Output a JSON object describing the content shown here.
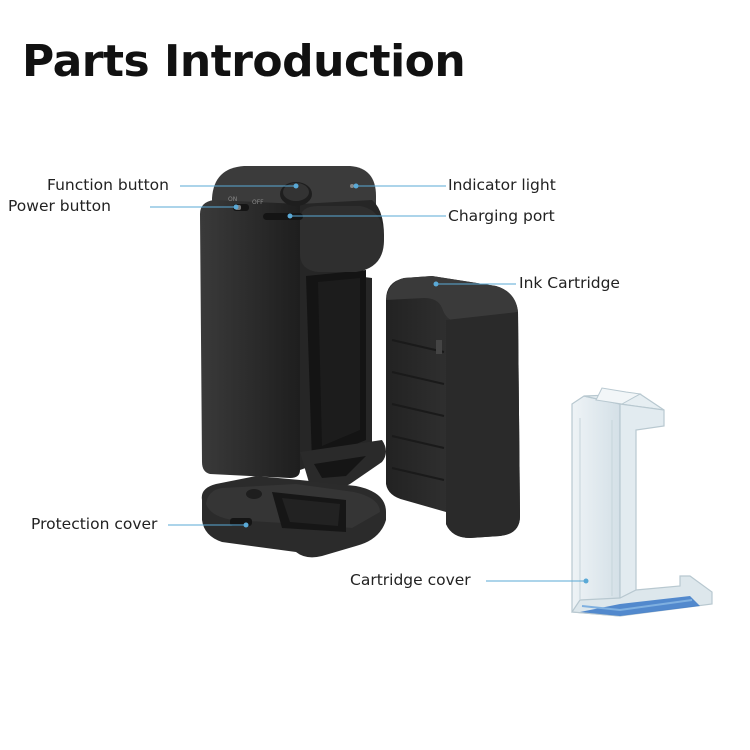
{
  "title": "Parts Introduction",
  "labels": {
    "function_button": "Function button",
    "power_button": "Power button",
    "indicator_light": "Indicator light",
    "charging_port": "Charging port",
    "ink_cartridge": "Ink Cartridge",
    "protection_cover": "Protection cover",
    "cartridge_cover": "Cartridge cover"
  },
  "switch_marks": {
    "on": "ON",
    "off": "OFF"
  },
  "colors": {
    "leader_line": "#5aa9d6",
    "device_body": "#2b2b2b",
    "device_dark": "#1c1c1c",
    "clear_plastic": "#d8e4ea",
    "blue_accent": "#3a78c8"
  }
}
